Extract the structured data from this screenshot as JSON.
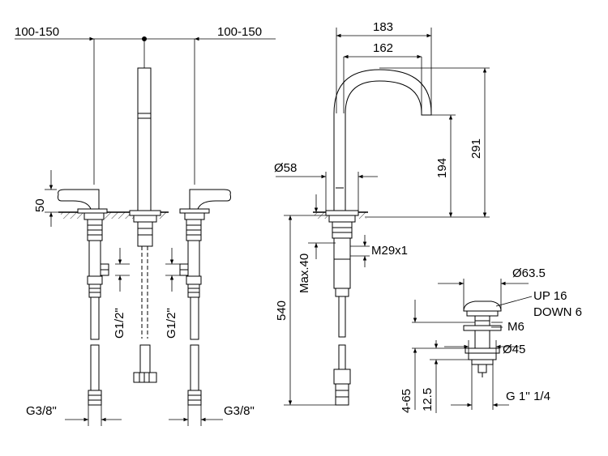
{
  "labels": {
    "spacing_left": "100-150",
    "spacing_right": "100-150",
    "handle_height": "50",
    "thread_left": "G1/2\"",
    "thread_right": "G1/2\"",
    "hose_left": "G3/8\"",
    "hose_right": "G3/8\"",
    "spout_reach_outer": "183",
    "spout_reach_inner": "162",
    "spout_base_dia": "Ø58",
    "spout_total_height": "291",
    "spout_outlet_height": "194",
    "deck_max": "Max.40",
    "shank_thread": "M29x1",
    "hose_length": "540",
    "waste_cap_dia": "Ø63.5",
    "waste_up": "UP 16",
    "waste_down": "DOWN 6",
    "waste_m6": "M6",
    "waste_flange_dia": "Ø45",
    "waste_range": "4-65",
    "waste_flange_h": "12.5",
    "waste_thread": "G 1'' 1/4"
  }
}
